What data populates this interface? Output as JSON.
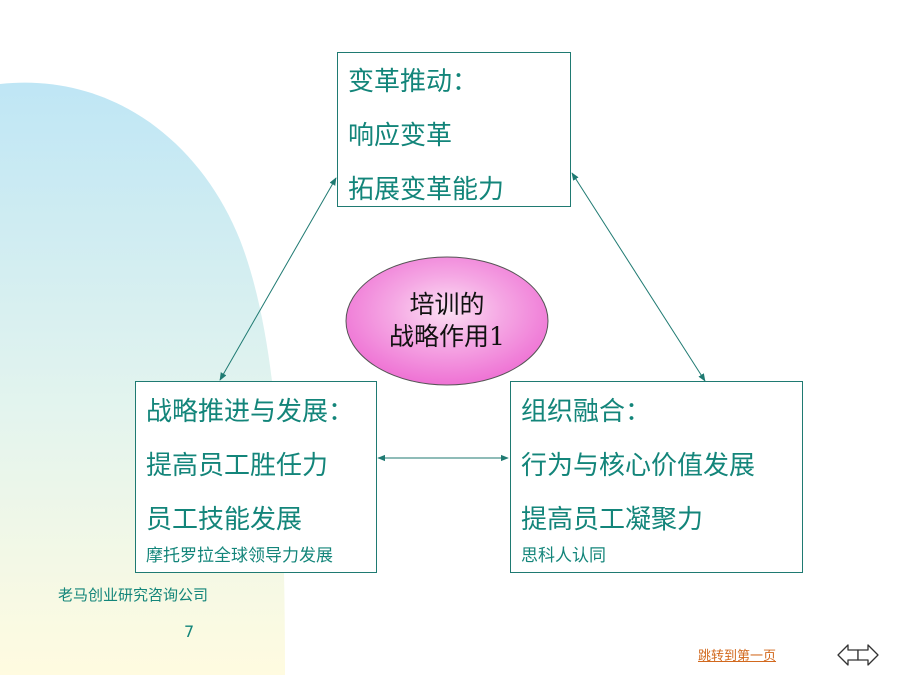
{
  "boxes": {
    "top": {
      "title": "变革推动：",
      "lines": [
        "响应变革",
        "拓展变革能力"
      ]
    },
    "left": {
      "title": "战略推进与发展：",
      "lines": [
        "提高员工胜任力",
        "员工技能发展"
      ],
      "note": "摩托罗拉全球领导力发展"
    },
    "right": {
      "title": "组织融合：",
      "lines": [
        "行为与核心价值发展",
        "提高员工凝聚力"
      ],
      "note": "思科人认同"
    }
  },
  "center": {
    "line1": "培训的",
    "line2": "战略作用1"
  },
  "footer": {
    "company": "老马创业研究咨询公司",
    "page_number": "7",
    "jump_link": "跳转到第一页"
  },
  "icons": {
    "back": "arrow-left-icon",
    "forward": "arrow-right-icon"
  },
  "colors": {
    "text": "#13857a",
    "border": "#1f7a72",
    "ellipse": "#ee6ed3",
    "accent_link": "#d2691e",
    "bg_gradient_start": "#bfe6f5",
    "bg_gradient_end": "#fffbe0"
  }
}
